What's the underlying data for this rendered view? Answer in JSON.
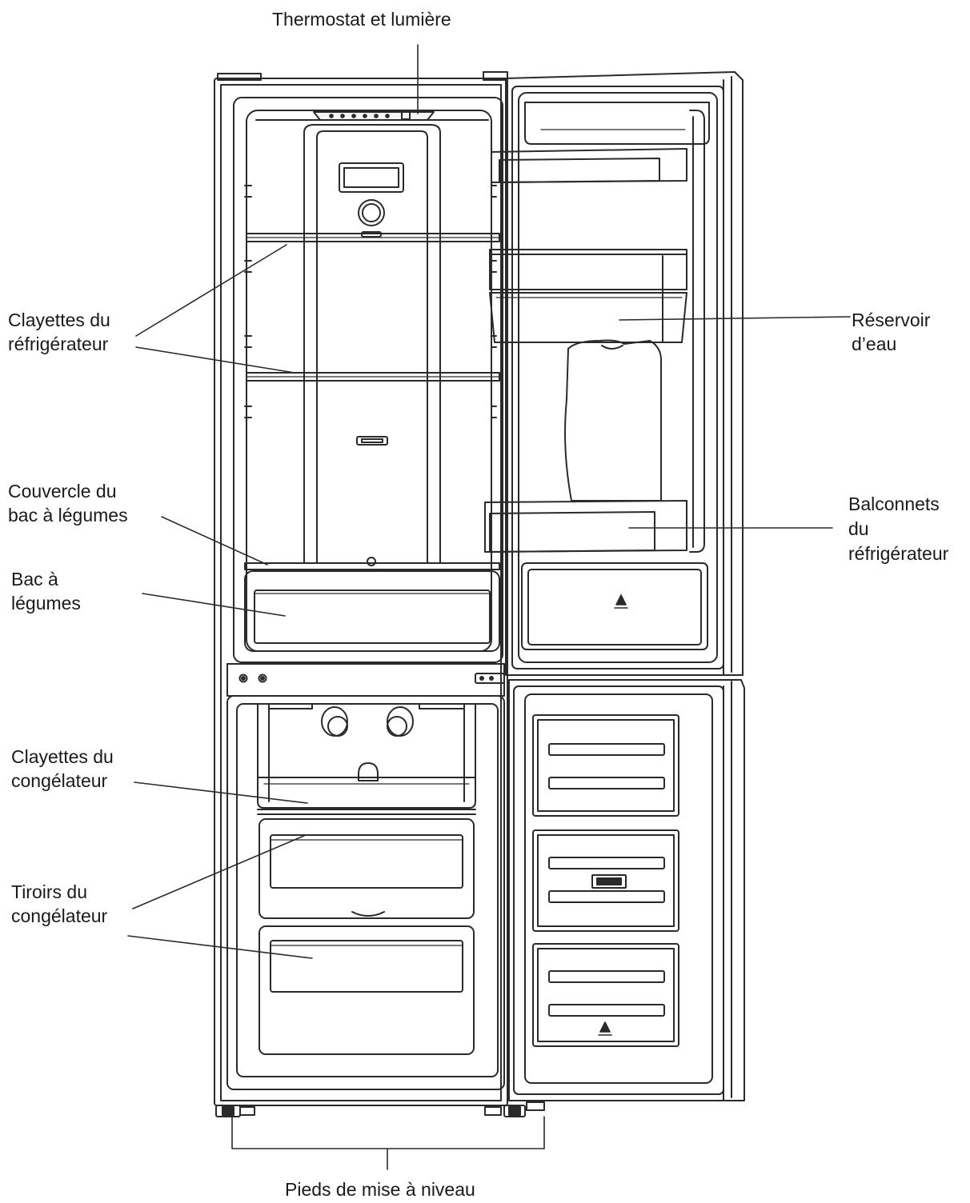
{
  "labels": {
    "thermostat": [
      "Thermostat et lumière"
    ],
    "fridge_shelves": [
      "Clayettes du",
      "réfrigérateur"
    ],
    "crisper_cover": [
      "Couvercle du",
      "bac à légumes"
    ],
    "crisper": [
      "Bac à",
      "légumes"
    ],
    "freezer_shelves": [
      "Clayettes du",
      "congélateur"
    ],
    "freezer_drawers": [
      "Tiroirs du",
      "congélateur"
    ],
    "water_tank": [
      "Réservoir",
      "d’eau"
    ],
    "door_balconies": [
      "Balconnets",
      "du",
      "réfrigérateur"
    ],
    "leveling_feet": [
      "Pieds de mise à niveau"
    ]
  },
  "colors": {
    "line": "#2a2a2a",
    "text": "#1a1a1a",
    "background": "#ffffff"
  }
}
